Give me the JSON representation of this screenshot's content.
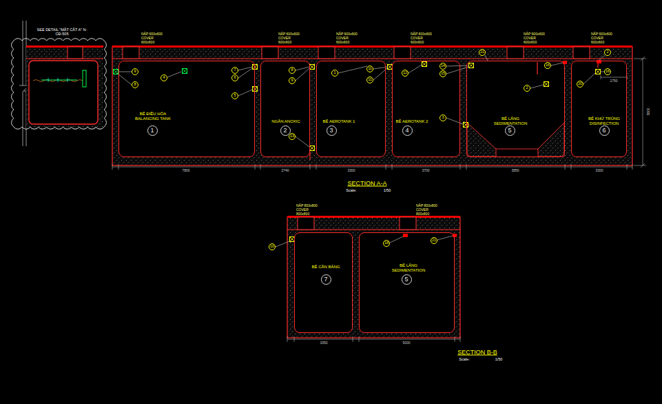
{
  "diagram": {
    "nodes": [
      {
        "text": [
          "SEE DETAIL \"MẶT CẮT A\" N-CĐ-505"
        ]
      },
      {
        "text": [
          "BỂ ĐIỀU HÒA BALANCING TANK"
        ]
      },
      {
        "text": [
          "NGĂN ANOXIC"
        ]
      },
      {
        "text": [
          "BỂ AEROTANK 1"
        ]
      },
      {
        "text": [
          "BỂ AEROTANK 2"
        ]
      },
      {
        "text": [
          "BỂ LẮNG SEDIMENTATION"
        ]
      },
      {
        "text": [
          "BỂ KHỬ TRÙNG DISINFECTION"
        ]
      },
      {
        "text": [
          "BỂ CÂN BẰNG"
        ]
      },
      {
        "text": [
          "BỂ LẮNG SEDIMENTATION"
        ]
      }
    ],
    "labels": [
      "NẮP 600x600 COVER 600x600",
      "NẮP 600x600 COVER 600x600",
      "NẮP 600x600 COVER 600x600",
      "NẮP 600x600 COVER 600x600",
      "NẮP 600x600 COVER 600x600",
      "NẮP 600x600 COVER 600x600",
      "9",
      "8",
      "4",
      "7",
      "6",
      "5",
      "8",
      "9",
      "13",
      "1",
      "11",
      "11",
      "12",
      "14",
      "15",
      "21",
      "3",
      "2",
      "16",
      "20",
      "2",
      "16",
      "1",
      "2",
      "3",
      "4",
      "5",
      "6",
      "7800",
      "2740",
      "3300",
      "3700",
      "3850",
      "3300",
      "3600",
      "1750",
      "SECTION A-A",
      "Scale:",
      "1/50",
      "NẮP 800x800 COVER 800x800",
      "NẮP 800x800 COVER 800x800",
      "10",
      "18",
      "21",
      "7",
      "5",
      "3350",
      "5000",
      "SECTION B-B",
      "Scale:",
      "1/50"
    ]
  }
}
